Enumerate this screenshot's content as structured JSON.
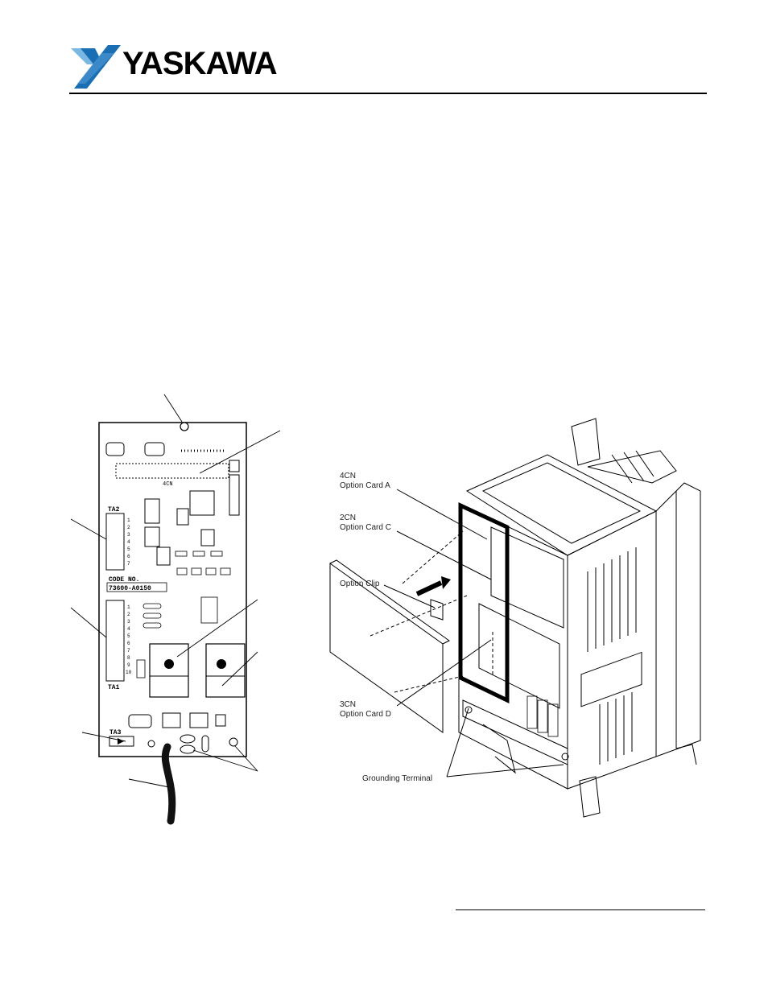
{
  "header": {
    "brand": "YASKAWA"
  },
  "pcb": {
    "labels": {
      "connector": "4CN",
      "terminal_a2": "TA2",
      "terminal_a1": "TA1",
      "terminal_a3": "TA3",
      "code_label": "CODE NO.",
      "code_value": "73600-A0150",
      "pins_ta2": [
        "1",
        "2",
        "3",
        "4",
        "5",
        "6",
        "7"
      ],
      "pins_ta1": [
        "1",
        "2",
        "3",
        "4",
        "5",
        "6",
        "7",
        "8",
        "9",
        "10"
      ]
    }
  },
  "drive": {
    "callouts": [
      {
        "line1": "4CN",
        "line2": "Option Card A"
      },
      {
        "line1": "2CN",
        "line2": "Option Card C"
      },
      {
        "line1": "Option Clip",
        "line2": ""
      },
      {
        "line1": "3CN",
        "line2": "Option Card D"
      },
      {
        "line1": "Grounding Terminal",
        "line2": ""
      }
    ]
  },
  "colors": {
    "ink": "#000000",
    "logo_blue": "#1a6fb4",
    "logo_light": "#7ab8e3"
  }
}
